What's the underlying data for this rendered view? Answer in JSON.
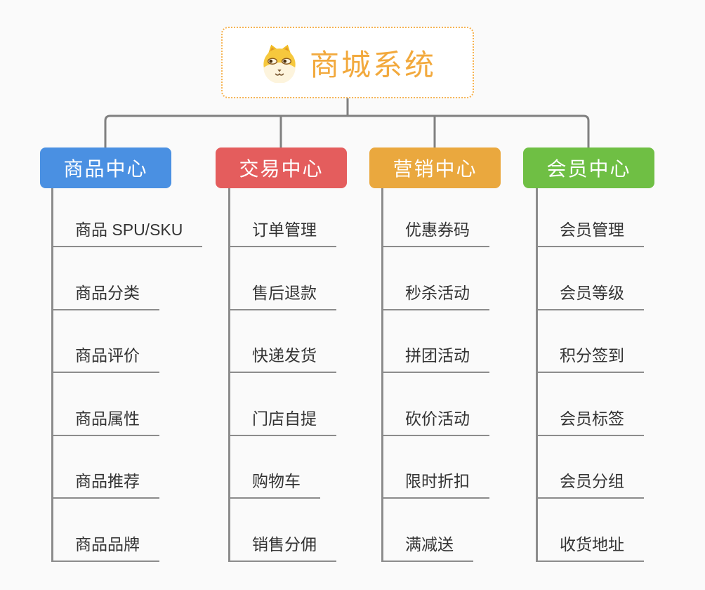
{
  "root": {
    "title": "商城系统",
    "icon": "dog-face-icon",
    "title_color": "#f2a93d",
    "border_color": "#f6b352"
  },
  "branches": [
    {
      "label": "商品中心",
      "color": "#4a90e2",
      "children": [
        "商品 SPU/SKU",
        "商品分类",
        "商品评价",
        "商品属性",
        "商品推荐",
        "商品品牌"
      ]
    },
    {
      "label": "交易中心",
      "color": "#e45d5d",
      "children": [
        "订单管理",
        "售后退款",
        "快递发货",
        "门店自提",
        "购物车",
        "销售分佣"
      ]
    },
    {
      "label": "营销中心",
      "color": "#eaa83e",
      "children": [
        "优惠券码",
        "秒杀活动",
        "拼团活动",
        "砍价活动",
        "限时折扣",
        "满减送"
      ]
    },
    {
      "label": "会员中心",
      "color": "#6fbf44",
      "children": [
        "会员管理",
        "会员等级",
        "积分签到",
        "会员标签",
        "会员分组",
        "收货地址"
      ]
    }
  ],
  "colors": {
    "background": "#fafafa",
    "connector_line": "#808080",
    "leaf_line": "#8c8c8c",
    "leaf_text": "#333333",
    "branch_text": "#ffffff"
  }
}
